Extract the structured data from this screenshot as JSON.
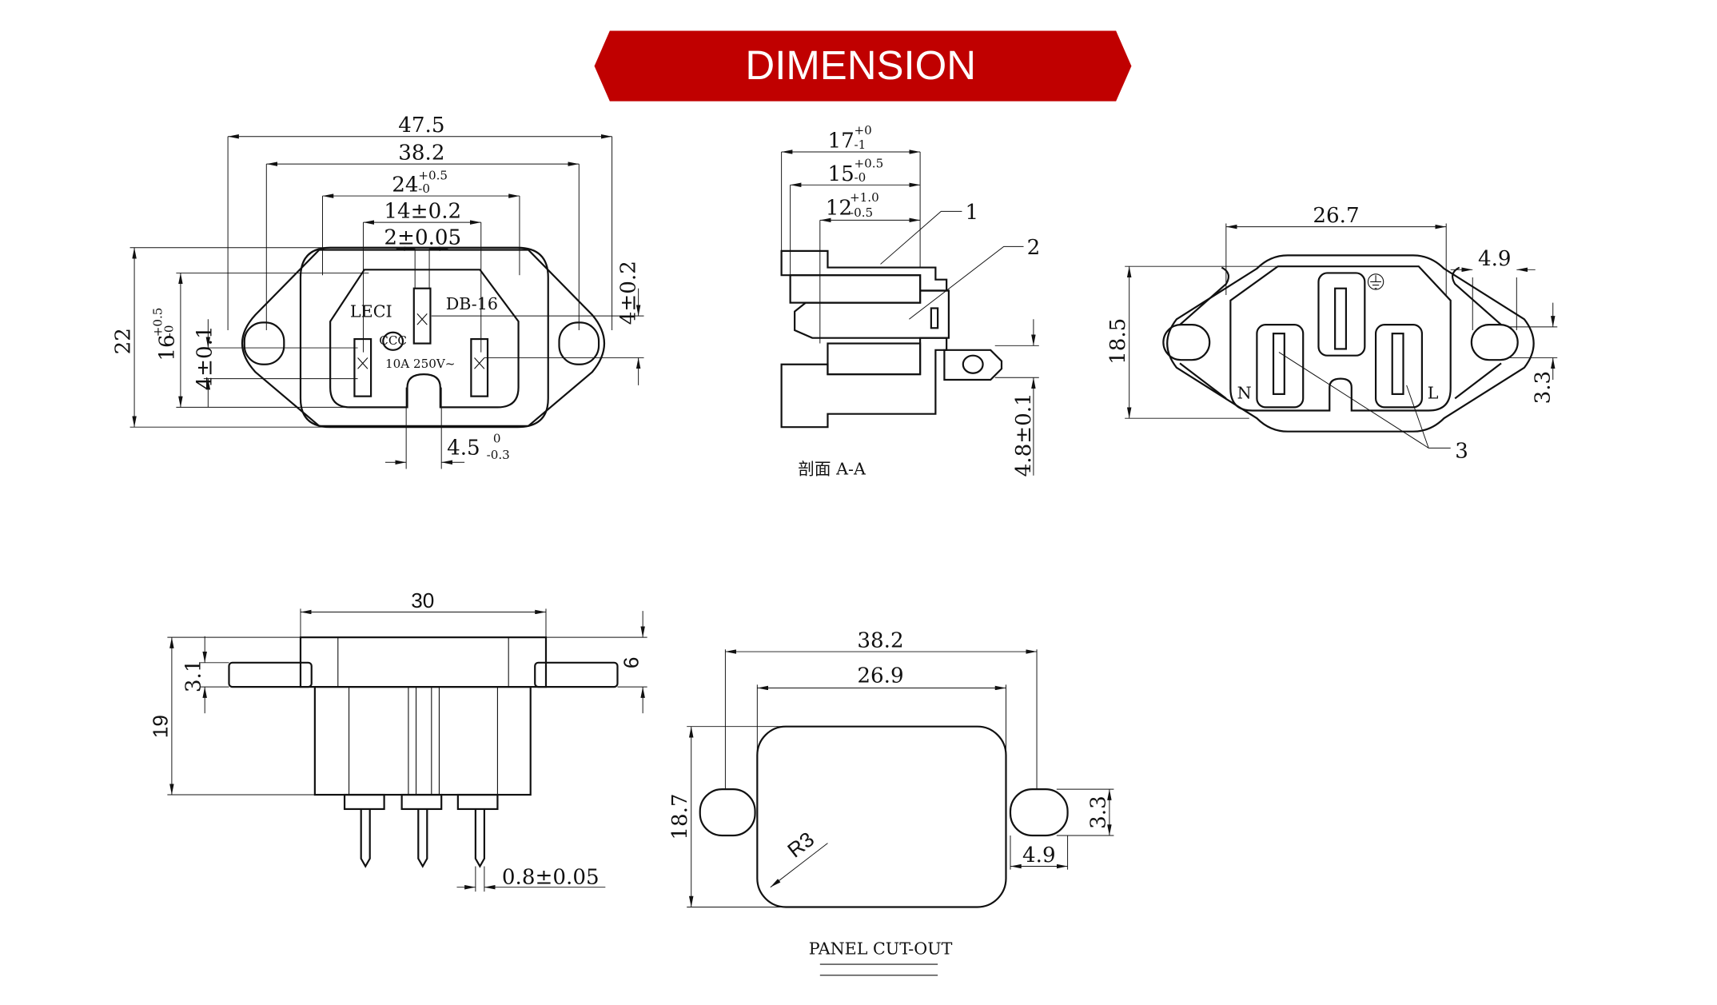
{
  "banner": {
    "title": "DIMENSION",
    "color": "#c00000"
  },
  "front_view": {
    "dims": {
      "overall_width": "47.5",
      "hole_pitch": "38.2",
      "body_width": "24",
      "body_width_tol_upper": "+0.5",
      "body_width_tol_lower": "-0",
      "pin_pitch": "14±0.2",
      "earth_pin_width": "2±0.05",
      "overall_height": "22",
      "inner_height": "16",
      "inner_height_tol_upper": "+0.5",
      "inner_height_tol_lower": "-0",
      "pin_offset": "4±0.1",
      "earth_offset": "4±0.2",
      "notch_width": "4.5",
      "notch_tol_upper": "0",
      "notch_tol_lower": "-0.3"
    },
    "marking": {
      "brand": "LECI",
      "model": "DB-16",
      "rating": "10A 250V~",
      "cert_logo": "CCC"
    }
  },
  "section_view": {
    "dims": {
      "depth_17": "17",
      "depth_17_upper": "+0",
      "depth_17_lower": "-1",
      "depth_15": "15",
      "depth_15_upper": "+0.5",
      "depth_15_lower": "-0",
      "depth_12": "12",
      "depth_12_upper": "+1.0",
      "depth_12_lower": "-0.5",
      "terminal_width": "4.8±0.1"
    },
    "callouts": [
      "1",
      "2"
    ],
    "caption": "剖面 A-A"
  },
  "rear_view": {
    "dims": {
      "width": "26.7",
      "height": "18.5",
      "hole_width": "4.9",
      "hole_height": "3.3"
    },
    "pin_labels": {
      "neutral": "N",
      "live": "L"
    },
    "callout": "3",
    "earth_symbol": "earth-icon"
  },
  "side_view": {
    "dims": {
      "body_width": "30",
      "total_height": "19",
      "flange_thickness": "3.1",
      "flange_height": "6",
      "pin_diameter": "0.8±0.05"
    }
  },
  "panel_cutout": {
    "dims": {
      "hole_pitch": "38.2",
      "cutout_width": "26.9",
      "cutout_height": "18.7",
      "corner_radius": "R3",
      "hole_width": "4.9",
      "hole_height": "3.3"
    },
    "caption": "PANEL CUT-OUT"
  }
}
